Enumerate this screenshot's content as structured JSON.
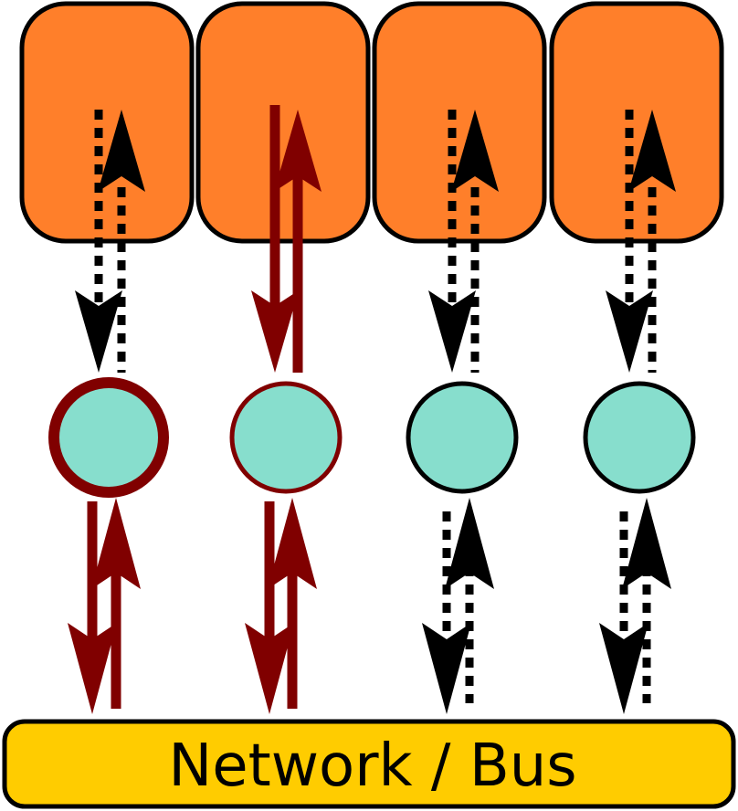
{
  "bus": {
    "label": "Network / Bus",
    "fill": "#ffcc00",
    "stroke": "#000000"
  },
  "colors": {
    "processor_fill": "#ff7f2a",
    "node_fill": "#87decd",
    "active": "#800000",
    "inactive": "#000000"
  },
  "columns": [
    {
      "processor_link": "dotted",
      "node_ring": "thick-dark-red",
      "bus_link": "solid-dark-red"
    },
    {
      "processor_link": "solid-dark-red",
      "node_ring": "thin-dark-red",
      "bus_link": "solid-dark-red"
    },
    {
      "processor_link": "dotted",
      "node_ring": "black",
      "bus_link": "dotted"
    },
    {
      "processor_link": "dotted",
      "node_ring": "black",
      "bus_link": "dotted"
    }
  ]
}
